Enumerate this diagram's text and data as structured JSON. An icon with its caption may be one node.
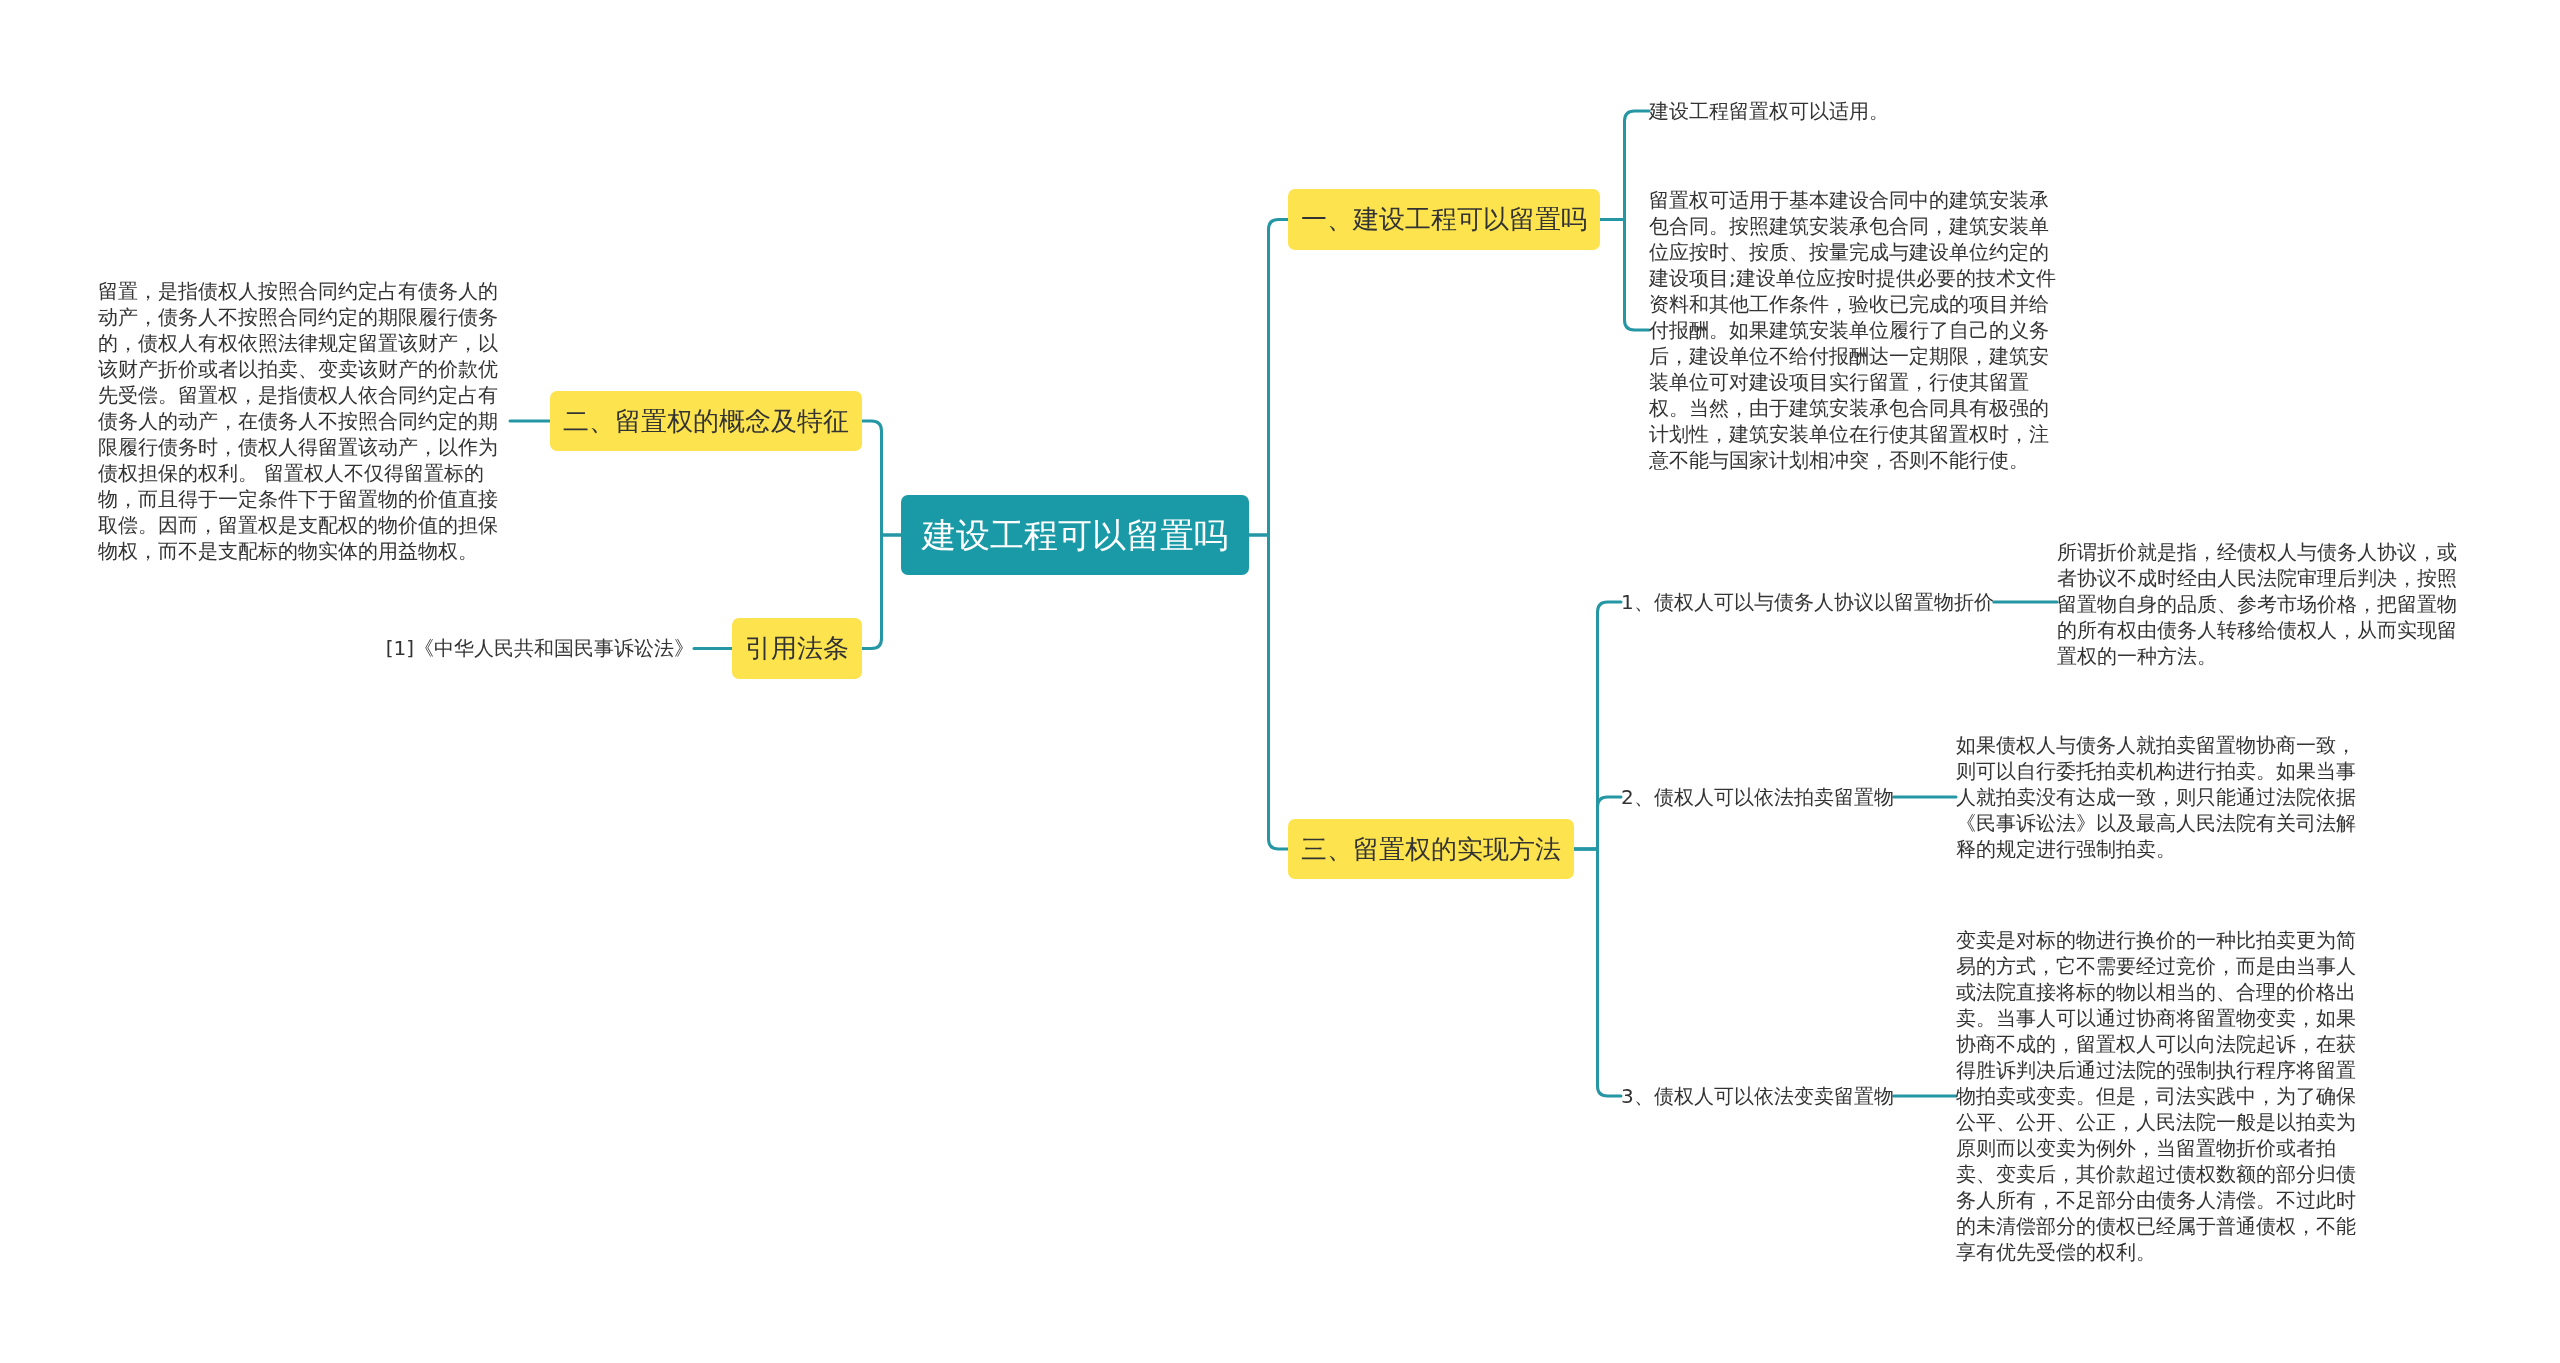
{
  "diagram": {
    "nodes": [
      {
        "text": [
          "建设工程可以留置吗"
        ]
      },
      {
        "text": [
          "一、建设工程可以留置吗"
        ]
      },
      {
        "text": [
          "建设工程留置权可以适用。"
        ]
      },
      {
        "text": [
          "留置权可适用于基本建设合同中的建筑安装承包合同。按照建筑安装承包合同，建筑安装单位应按时、按质、按量完成与建设单位约定的建设项目;建设单位应按时提供必要的技术文件资料和其他工作条件，验收已完成的项目并给付报酬。如果建筑安装单位履行了自己的义务后，建设单位不给付报酬达一定期限，建筑安装单位可对建设项目实行留置，行使其留置权。当然，由于建筑安装承包合同具有极强的计划性，建筑安装单位在行使其留置权时，注意不能与国家计划相冲突，否则不能行使。"
        ]
      },
      {
        "text": [
          "二、留置权的概念及特征"
        ]
      },
      {
        "text": [
          "留置，是指债权人按照合同约定占有债务人的动产，债务人不按照合同约定的期限履行债务的，债权人有权依照法律规定留置该财产，以该财产折价或者以拍卖、变卖该财产的价款优先受偿。留置权，是指债权人依合同约定占有债务人的动产，在债务人不按照合同约定的期限履行债务时，债权人得留置该动产，以作为债权担保的权利。 留置权人不仅得留置标的物，而且得于一定条件下于留置物的价值直接取偿。因而，留置权是支配权的物价值的担保物权，而不是支配标的物实体的用益物权。"
        ]
      },
      {
        "text": [
          "引用法条"
        ]
      },
      {
        "text": [
          "[1]《中华人民共和国民事诉讼法》"
        ]
      },
      {
        "text": [
          "三、留置权的实现方法"
        ]
      },
      {
        "text": [
          "1、债权人可以与债务人协议以留置物折价"
        ]
      },
      {
        "text": [
          "所谓折价就是指，经债权人与债务人协议，或者协议不成时经由人民法院审理后判决，按照留置物自身的品质、参考市场价格，把留置物的所有权由债务人转移给债权人，从而实现留置权的一种方法。"
        ]
      },
      {
        "text": [
          "2、债权人可以依法拍卖留置物"
        ]
      },
      {
        "text": [
          "如果债权人与债务人就拍卖留置物协商一致，则可以自行委托拍卖机构进行拍卖。如果当事人就拍卖没有达成一致，则只能通过法院依据《民事诉讼法》以及最高人民法院有关司法解释的规定进行强制拍卖。"
        ]
      },
      {
        "text": [
          "3、债权人可以依法变卖留置物"
        ]
      },
      {
        "text": [
          "变卖是对标的物进行换价的一种比拍卖更为简易的方式，它不需要经过竞价，而是由当事人或法院直接将标的物以相当的、合理的价格出卖。当事人可以通过协商将留置物变卖，如果协商不成的，留置权人可以向法院起诉，在获得胜诉判决后通过法院的强制执行程序将留置物拍卖或变卖。但是，司法实践中，为了确保公平、公开、公正，人民法院一般是以拍卖为原则而以变卖为例外，当留置物折价或者拍卖、变卖后，其价款超过债权数额的部分归债务人所有，不足部分由债务人清偿。不过此时的未清偿部分的债权已经属于普通债权，不能享有优先受偿的权利。"
        ]
      }
    ],
    "edges": [
      {
        "from": 0,
        "to": 1,
        "arrow": "none"
      },
      {
        "from": 1,
        "to": 2,
        "arrow": "none"
      },
      {
        "from": 1,
        "to": 3,
        "arrow": "none"
      },
      {
        "from": 0,
        "to": 4,
        "arrow": "none"
      },
      {
        "from": 4,
        "to": 5,
        "arrow": "none"
      },
      {
        "from": 0,
        "to": 6,
        "arrow": "none"
      },
      {
        "from": 6,
        "to": 7,
        "arrow": "none"
      },
      {
        "from": 0,
        "to": 8,
        "arrow": "none"
      },
      {
        "from": 8,
        "to": 9,
        "arrow": "none"
      },
      {
        "from": 9,
        "to": 10,
        "arrow": "none"
      },
      {
        "from": 8,
        "to": 11,
        "arrow": "none"
      },
      {
        "from": 11,
        "to": 12,
        "arrow": "none"
      },
      {
        "from": 8,
        "to": 13,
        "arrow": "none"
      },
      {
        "from": 13,
        "to": 14,
        "arrow": "none"
      }
    ]
  }
}
